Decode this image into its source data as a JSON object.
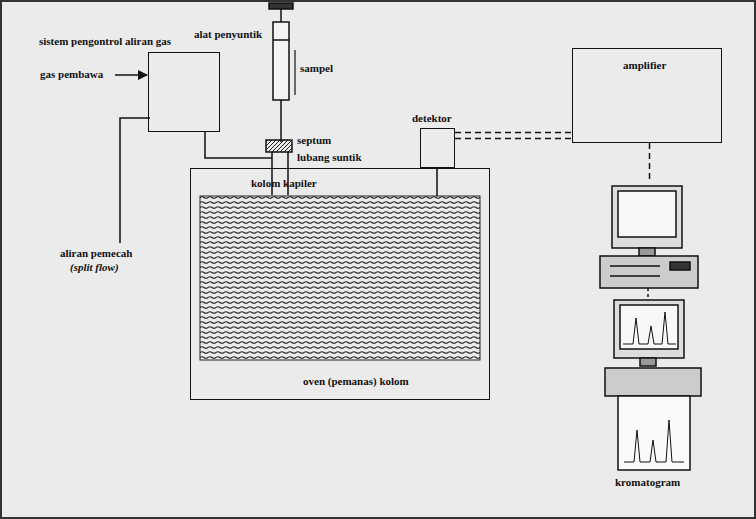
{
  "diagram": {
    "nodes": [
      {
        "text": [
          "sistem pengontrol aliran gas"
        ]
      },
      {
        "text": [
          "kolom kapiler",
          "oven (pemanas) kolom"
        ]
      },
      {
        "text": [
          "detektor"
        ]
      },
      {
        "text": [
          "amplifier"
        ]
      },
      {
        "text": [
          "kromatogram"
        ]
      }
    ],
    "edges": [
      {
        "from": 2,
        "to": 3,
        "arrow": "none"
      },
      {
        "from": 3,
        "to": 4,
        "arrow": "none"
      }
    ],
    "labels": [
      "alat penyuntik",
      "sampel",
      "septum",
      "lubang suntik",
      "gas pembawa",
      "aliran pemecah",
      "(split flow)"
    ]
  }
}
